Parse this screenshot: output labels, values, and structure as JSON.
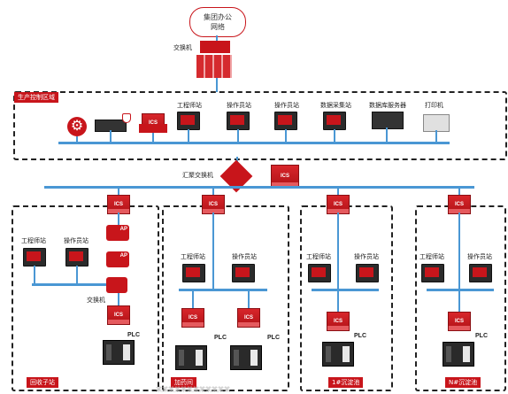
{
  "cloud": {
    "line1": "集团办公",
    "line2": "网络"
  },
  "labels": {
    "top_switch": "交换机",
    "core_switch": "汇聚交换机",
    "small_switch": "交换机",
    "engineer": "工程师站",
    "operator": "操作员站",
    "data_collect": "数据采集站",
    "db_server": "数据库服务器",
    "printer": "打印机",
    "ics": "ICS",
    "ap": "AP",
    "plc": "PLC"
  },
  "zones": {
    "production": "生产控制区域",
    "recovery": "回收子站",
    "dosing": "加药间",
    "tank1": "1#沉淀池",
    "tankN": "N#沉淀池"
  },
  "caption": "某某某某某某某某某某某某",
  "colors": {
    "accent": "#c8151b",
    "bus": "#4a97d4"
  }
}
